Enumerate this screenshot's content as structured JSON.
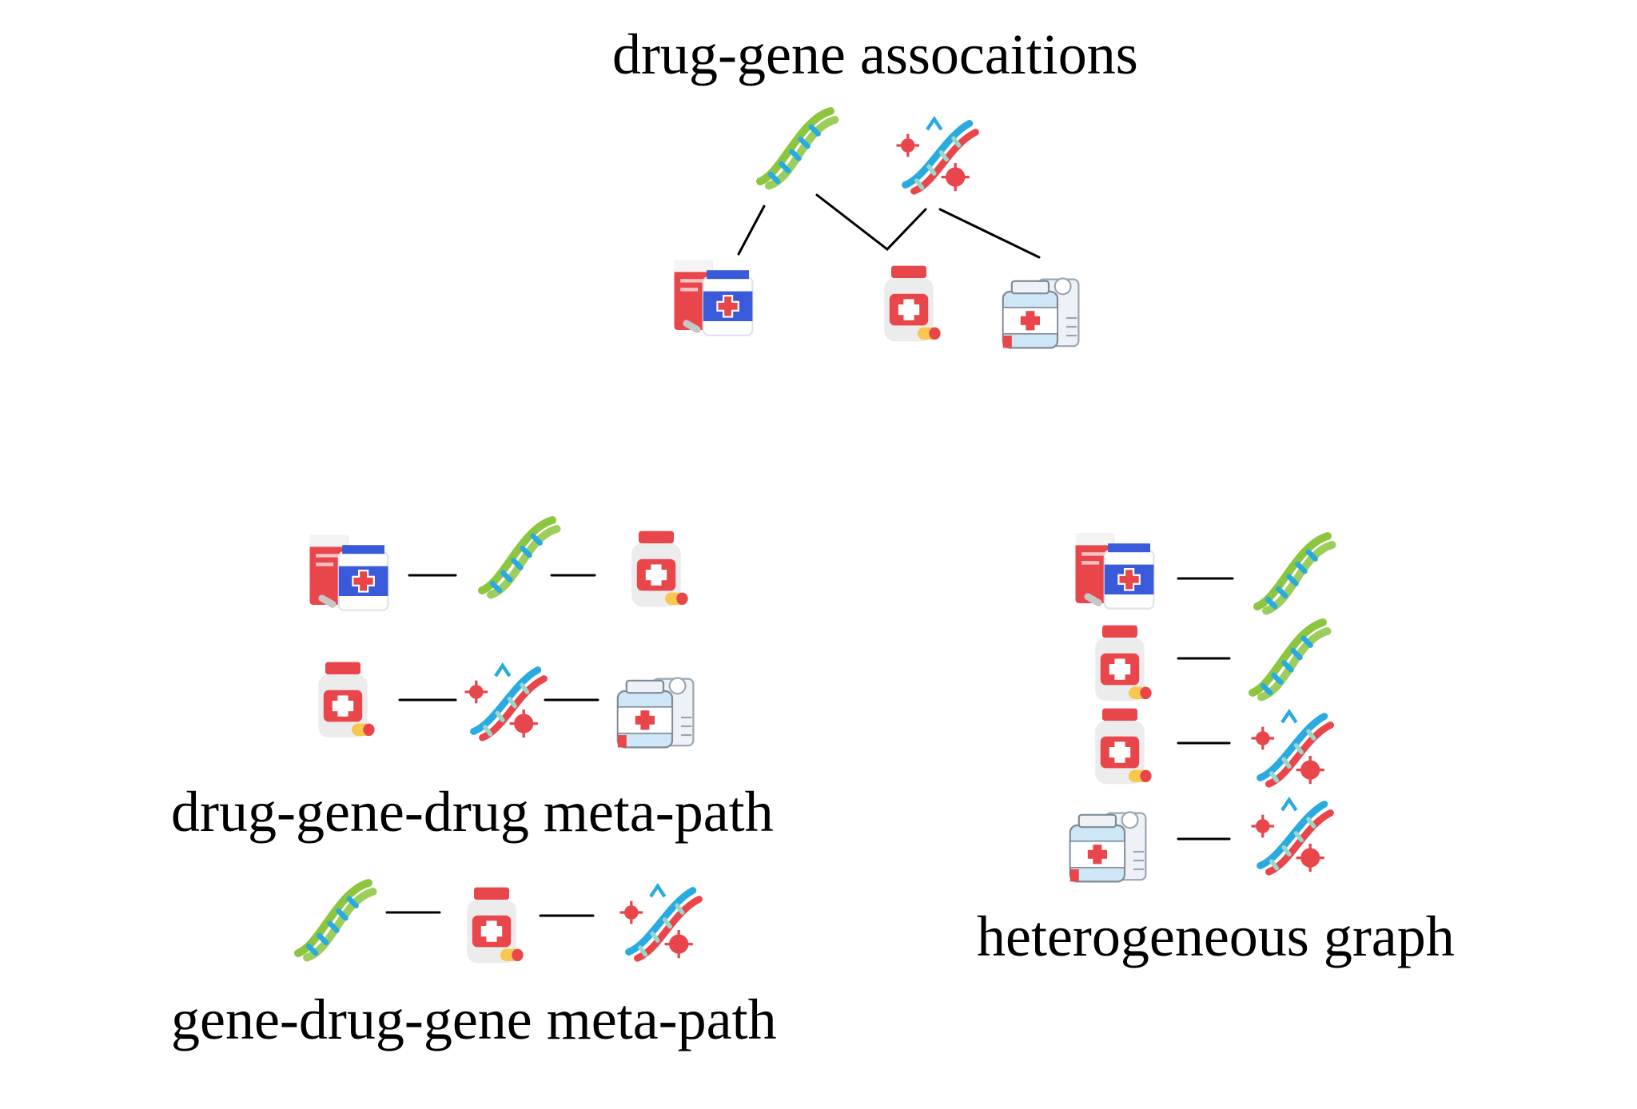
{
  "labels": {
    "associations": "drug-gene assocaitions",
    "dgd_metapath": "drug-gene-drug meta-path",
    "gdg_metapath": "gene-drug-gene meta-path",
    "hetero_graph": "heterogeneous graph"
  },
  "icons": {
    "gene_a": "dna-helix-green-icon",
    "gene_b": "dna-mutation-virus-icon",
    "drug_a": "medicine-boxes-icon",
    "drug_b": "pill-bottle-icon",
    "drug_c": "medicine-jar-icon"
  },
  "colors": {
    "dna_green": "#8cc63f",
    "dna_blue": "#29abe2",
    "dna_red": "#e8464a",
    "virus_red": "#e8464a",
    "drug_red": "#e8464a",
    "drug_blue": "#3a5bd9",
    "drug_light_blue": "#cfe6f7",
    "line": "#000000"
  }
}
